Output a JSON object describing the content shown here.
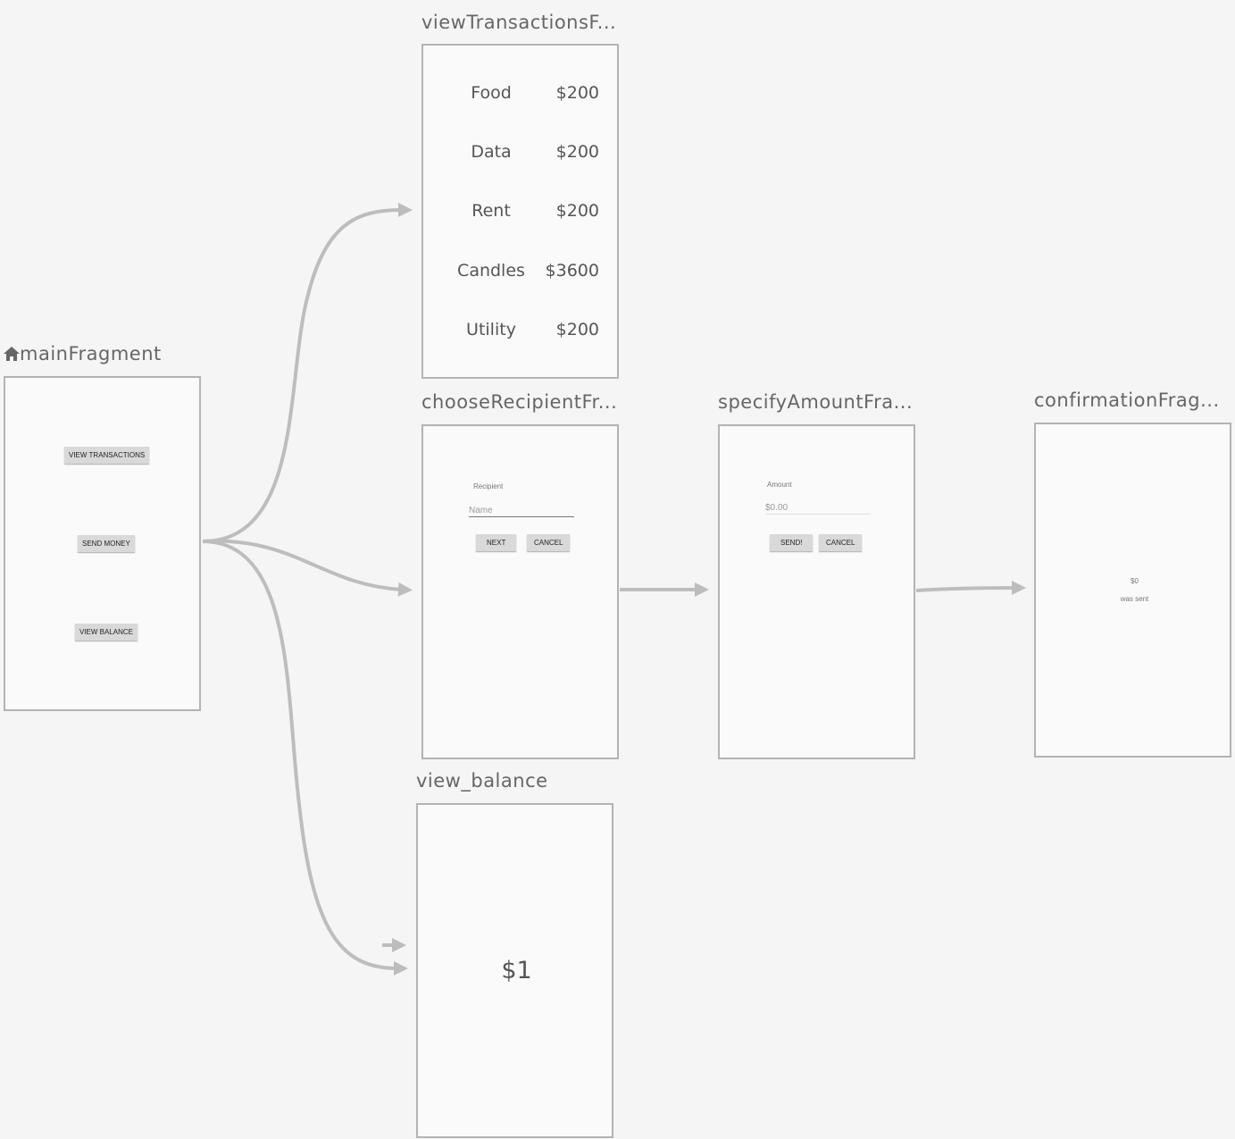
{
  "colors": {
    "background": "#f5f5f5",
    "frame": "#fafafa",
    "arrow": "#bdbdbd"
  },
  "destinations": {
    "main": {
      "title": "mainFragment",
      "icon": "home-icon",
      "buttons": [
        "VIEW TRANSACTIONS",
        "SEND MONEY",
        "VIEW BALANCE"
      ]
    },
    "view_transactions": {
      "title": "viewTransactionsF...",
      "rows": [
        {
          "label": "Food",
          "value": "$200"
        },
        {
          "label": "Data",
          "value": "$200"
        },
        {
          "label": "Rent",
          "value": "$200"
        },
        {
          "label": "Candles",
          "value": "$3600"
        },
        {
          "label": "Utility",
          "value": "$200"
        }
      ]
    },
    "choose_recipient": {
      "title": "chooseRecipientFr...",
      "label": "Recipient",
      "input_placeholder": "Name",
      "next": "NEXT",
      "cancel": "CANCEL"
    },
    "specify_amount": {
      "title": "specifyAmountFra...",
      "label": "Amount",
      "input_placeholder": "$0.00",
      "send": "SEND!",
      "cancel": "CANCEL"
    },
    "confirmation": {
      "title": "confirmationFrag...",
      "amount": "$0",
      "message": "was sent"
    },
    "view_balance": {
      "title": "view_balance",
      "balance": "$1"
    }
  }
}
